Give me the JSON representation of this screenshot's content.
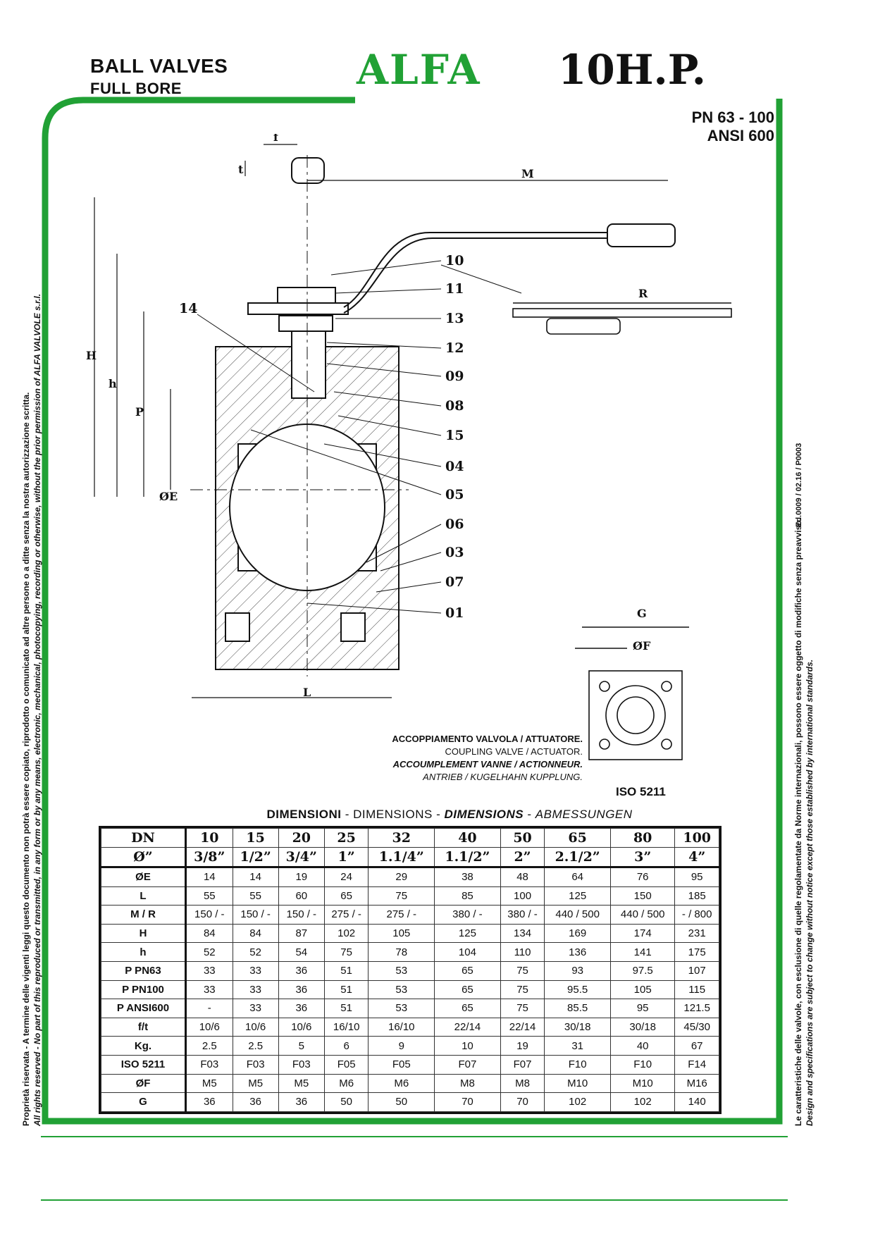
{
  "header": {
    "title_line1": "BALL VALVES",
    "title_line2": "FULL BORE",
    "brand_alfa": "ALFA",
    "brand_model": "10H.P.",
    "pn_line1": "PN 63 - 100",
    "pn_line2": "ANSI 600"
  },
  "side_notes": {
    "rights_it": "Proprietà riservata - A termine delle vigenti leggi questo documento non potrà essere copiato, riprodotto o comunicato ad altre persone o a ditte senza la nostra autorizzazione scritta.",
    "rights_en": "All rights reserved - No part of this reproduced or transmitted, in any form or by any means, electronic, mechanical, photocopying, recording or otherwise, without the prior permission of ALFA VALVOLE s.r.l.",
    "edition": "Ed.0009 / 02.16 / P0003",
    "spec_it": "Le caratteristiche delle valvole, con esclusione di quelle regolamentate da Norme internazionali, possono essere oggetto di modifiche senza preavviso.",
    "spec_en": "Design and specifications are subject to change without notice except those established by international standards."
  },
  "drawing": {
    "dim_labels": {
      "f": "f",
      "t": "t",
      "M": "M",
      "H": "H",
      "h": "h",
      "P": "P",
      "E": "ØE",
      "L": "L",
      "R": "R",
      "G": "G",
      "F": "ØF"
    },
    "part_numbers": [
      "10",
      "11",
      "13",
      "12",
      "09",
      "08",
      "15",
      "04",
      "05",
      "06",
      "03",
      "07",
      "01"
    ],
    "part_14": "14"
  },
  "coupling": {
    "line1": "ACCOPPIAMENTO VALVOLA / ATTUATORE.",
    "line2": "COUPLING VALVE / ACTUATOR.",
    "line3": "ACCOUMPLEMENT VANNE / ACTIONNEUR.",
    "line4": "ANTRIEB / KUGELHAHN KUPPLUNG."
  },
  "iso_label": "ISO 5211",
  "dimensions_heading": {
    "it": "DIMENSIONI",
    "en": "DIMENSIONS",
    "fr": "DIMENSIONS",
    "de": "ABMESSUNGEN",
    "sep": "-"
  },
  "table": {
    "head": [
      "DN",
      "10",
      "15",
      "20",
      "25",
      "32",
      "40",
      "50",
      "65",
      "80",
      "100"
    ],
    "head2": [
      "Ø”",
      "3/8”",
      "1/2”",
      "3/4”",
      "1”",
      "1.1/4”",
      "1.1/2”",
      "2”",
      "2.1/2”",
      "3”",
      "4”"
    ],
    "rows": [
      [
        "ØE",
        "14",
        "14",
        "19",
        "24",
        "29",
        "38",
        "48",
        "64",
        "76",
        "95"
      ],
      [
        "L",
        "55",
        "55",
        "60",
        "65",
        "75",
        "85",
        "100",
        "125",
        "150",
        "185"
      ],
      [
        "M / R",
        "150 / -",
        "150 / -",
        "150 / -",
        "275 / -",
        "275 / -",
        "380 / -",
        "380 / -",
        "440 / 500",
        "440 / 500",
        "- / 800"
      ],
      [
        "H",
        "84",
        "84",
        "87",
        "102",
        "105",
        "125",
        "134",
        "169",
        "174",
        "231"
      ],
      [
        "h",
        "52",
        "52",
        "54",
        "75",
        "78",
        "104",
        "110",
        "136",
        "141",
        "175"
      ],
      [
        "P PN63",
        "33",
        "33",
        "36",
        "51",
        "53",
        "65",
        "75",
        "93",
        "97.5",
        "107"
      ],
      [
        "P PN100",
        "33",
        "33",
        "36",
        "51",
        "53",
        "65",
        "75",
        "95.5",
        "105",
        "115"
      ],
      [
        "P ANSI600",
        "-",
        "33",
        "36",
        "51",
        "53",
        "65",
        "75",
        "85.5",
        "95",
        "121.5"
      ],
      [
        "f/t",
        "10/6",
        "10/6",
        "10/6",
        "16/10",
        "16/10",
        "22/14",
        "22/14",
        "30/18",
        "30/18",
        "45/30"
      ],
      [
        "Kg.",
        "2.5",
        "2.5",
        "5",
        "6",
        "9",
        "10",
        "19",
        "31",
        "40",
        "67"
      ],
      [
        "ISO 5211",
        "F03",
        "F03",
        "F03",
        "F05",
        "F05",
        "F07",
        "F07",
        "F10",
        "F10",
        "F14"
      ],
      [
        "ØF",
        "M5",
        "M5",
        "M5",
        "M6",
        "M6",
        "M8",
        "M8",
        "M10",
        "M10",
        "M16"
      ],
      [
        "G",
        "36",
        "36",
        "36",
        "50",
        "50",
        "70",
        "70",
        "102",
        "102",
        "140"
      ]
    ]
  },
  "colors": {
    "brand_green": "#21a135",
    "text": "#111111"
  }
}
